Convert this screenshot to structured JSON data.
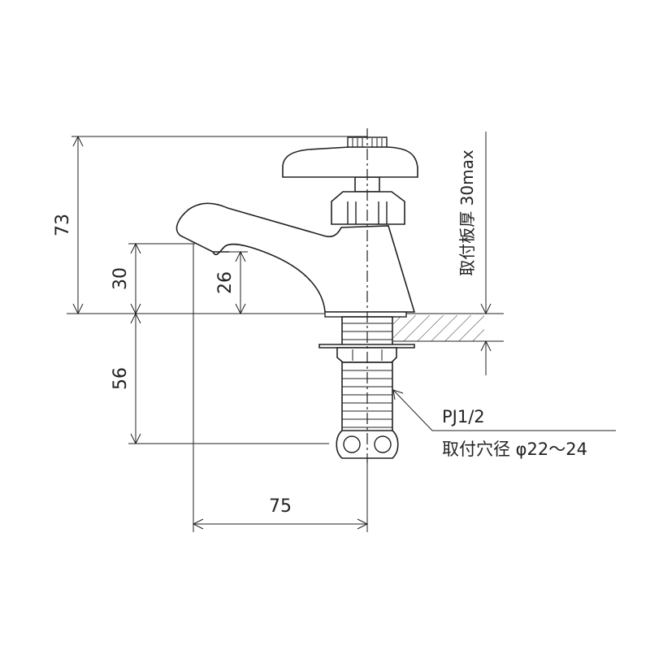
{
  "drawing": {
    "type": "faucet-dimension-drawing",
    "dimensions": {
      "total_height": "73",
      "spout_height": "30",
      "spout_outlet_height": "26",
      "below_deck_length": "56",
      "spout_reach": "75"
    },
    "annotations": {
      "plate_thickness": "取付板厚 30max",
      "thread_spec": "PJ1/2",
      "hole_diameter": "取付穴径 φ22〜24"
    },
    "colors": {
      "line": "#222222",
      "background": "#ffffff"
    }
  }
}
